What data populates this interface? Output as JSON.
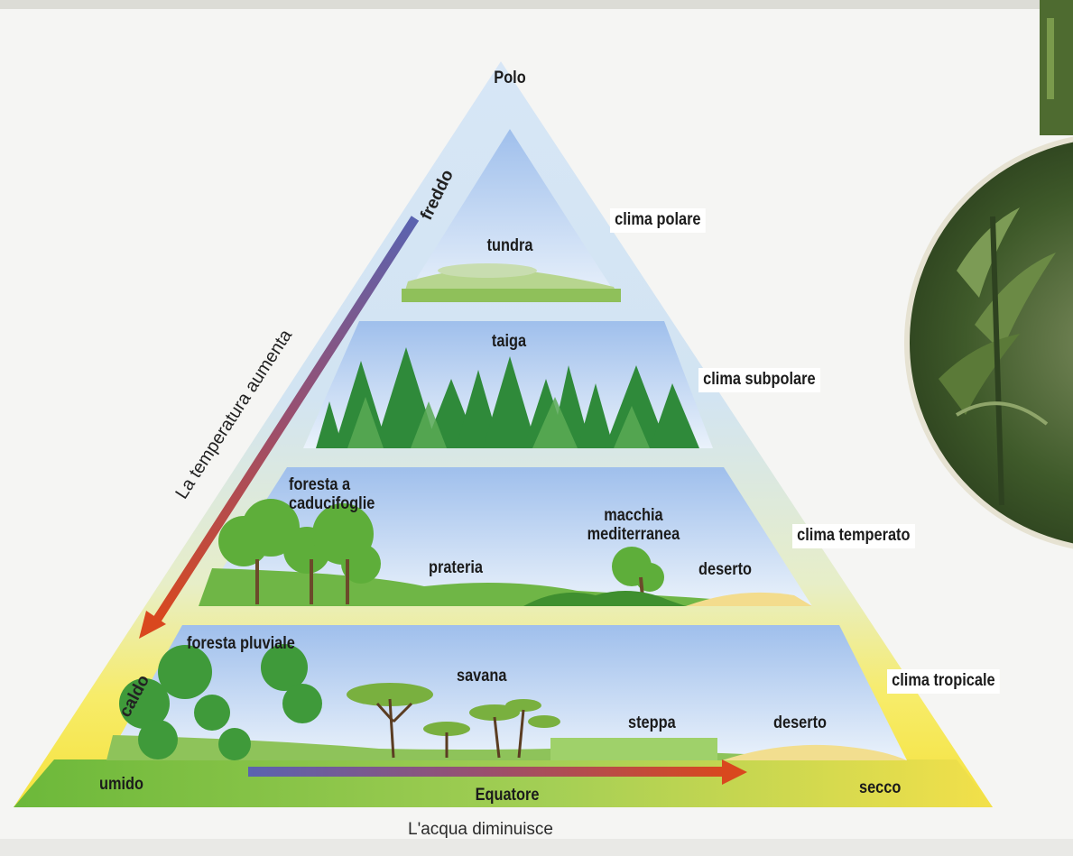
{
  "diagram": {
    "apex_label": "Polo",
    "base_label": "Equatore",
    "bottom_left_label": "umido",
    "bottom_right_label": "secco",
    "caption": "L'acqua diminuisce",
    "temperature_axis": {
      "label": "La temperatura aumenta",
      "top": "freddo",
      "bottom": "caldo"
    },
    "climates": {
      "polar": "clima polare",
      "subpolar": "clima subpolare",
      "temperate": "clima temperato",
      "tropical": "clima tropicale"
    },
    "biomes": {
      "tundra": "tundra",
      "taiga": "taiga",
      "deciduous_forest": "foresta a caducifoglie",
      "prairie": "prateria",
      "mediterranean_scrub": "macchia mediterranea",
      "temperate_desert": "deserto",
      "rainforest": "foresta pluviale",
      "savanna": "savana",
      "steppe": "steppa",
      "tropical_desert": "deserto"
    },
    "colors": {
      "cold": "#5a63b0",
      "hot": "#d9481e",
      "sky": "#b8cff0",
      "grass": "#6dbb3c",
      "sand": "#f1d98a",
      "warm_band": "#f6e23a"
    }
  }
}
